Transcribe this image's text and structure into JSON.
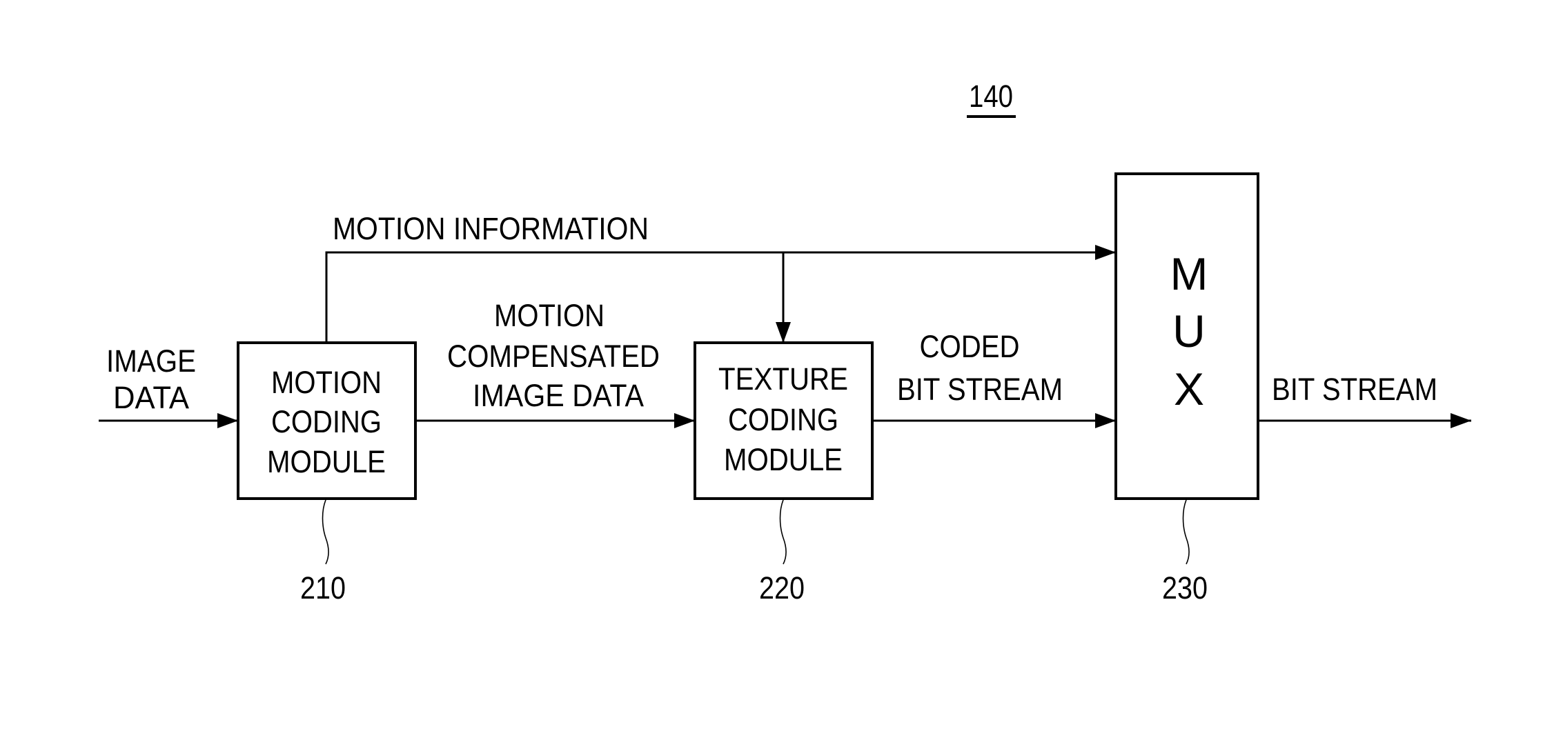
{
  "figure": {
    "reference_number": "140",
    "colors": {
      "line": "#000000",
      "background": "#ffffff",
      "text": "#000000"
    }
  },
  "blocks": [
    {
      "id": "motion_coding",
      "label_lines": [
        "MOTION",
        "CODING",
        "MODULE"
      ],
      "reference_number": "210"
    },
    {
      "id": "texture_coding",
      "label_lines": [
        "TEXTURE",
        "CODING",
        "MODULE"
      ],
      "reference_number": "220"
    },
    {
      "id": "mux",
      "label_lines": [
        "M",
        "U",
        "X"
      ],
      "reference_number": "230"
    }
  ],
  "signals": {
    "input": {
      "label_lines": [
        "IMAGE",
        "DATA"
      ],
      "from": "external",
      "to": "motion_coding"
    },
    "motion_information": {
      "label": "MOTION INFORMATION",
      "from": "motion_coding",
      "to": [
        "texture_coding",
        "mux"
      ]
    },
    "motion_compensated": {
      "label_lines": [
        "MOTION",
        "COMPENSATED",
        "IMAGE DATA"
      ],
      "from": "motion_coding",
      "to": "texture_coding"
    },
    "coded_bit_stream": {
      "label_lines": [
        "CODED",
        "BIT STREAM"
      ],
      "from": "texture_coding",
      "to": "mux"
    },
    "output": {
      "label": "BIT STREAM",
      "from": "mux",
      "to": "external"
    }
  }
}
